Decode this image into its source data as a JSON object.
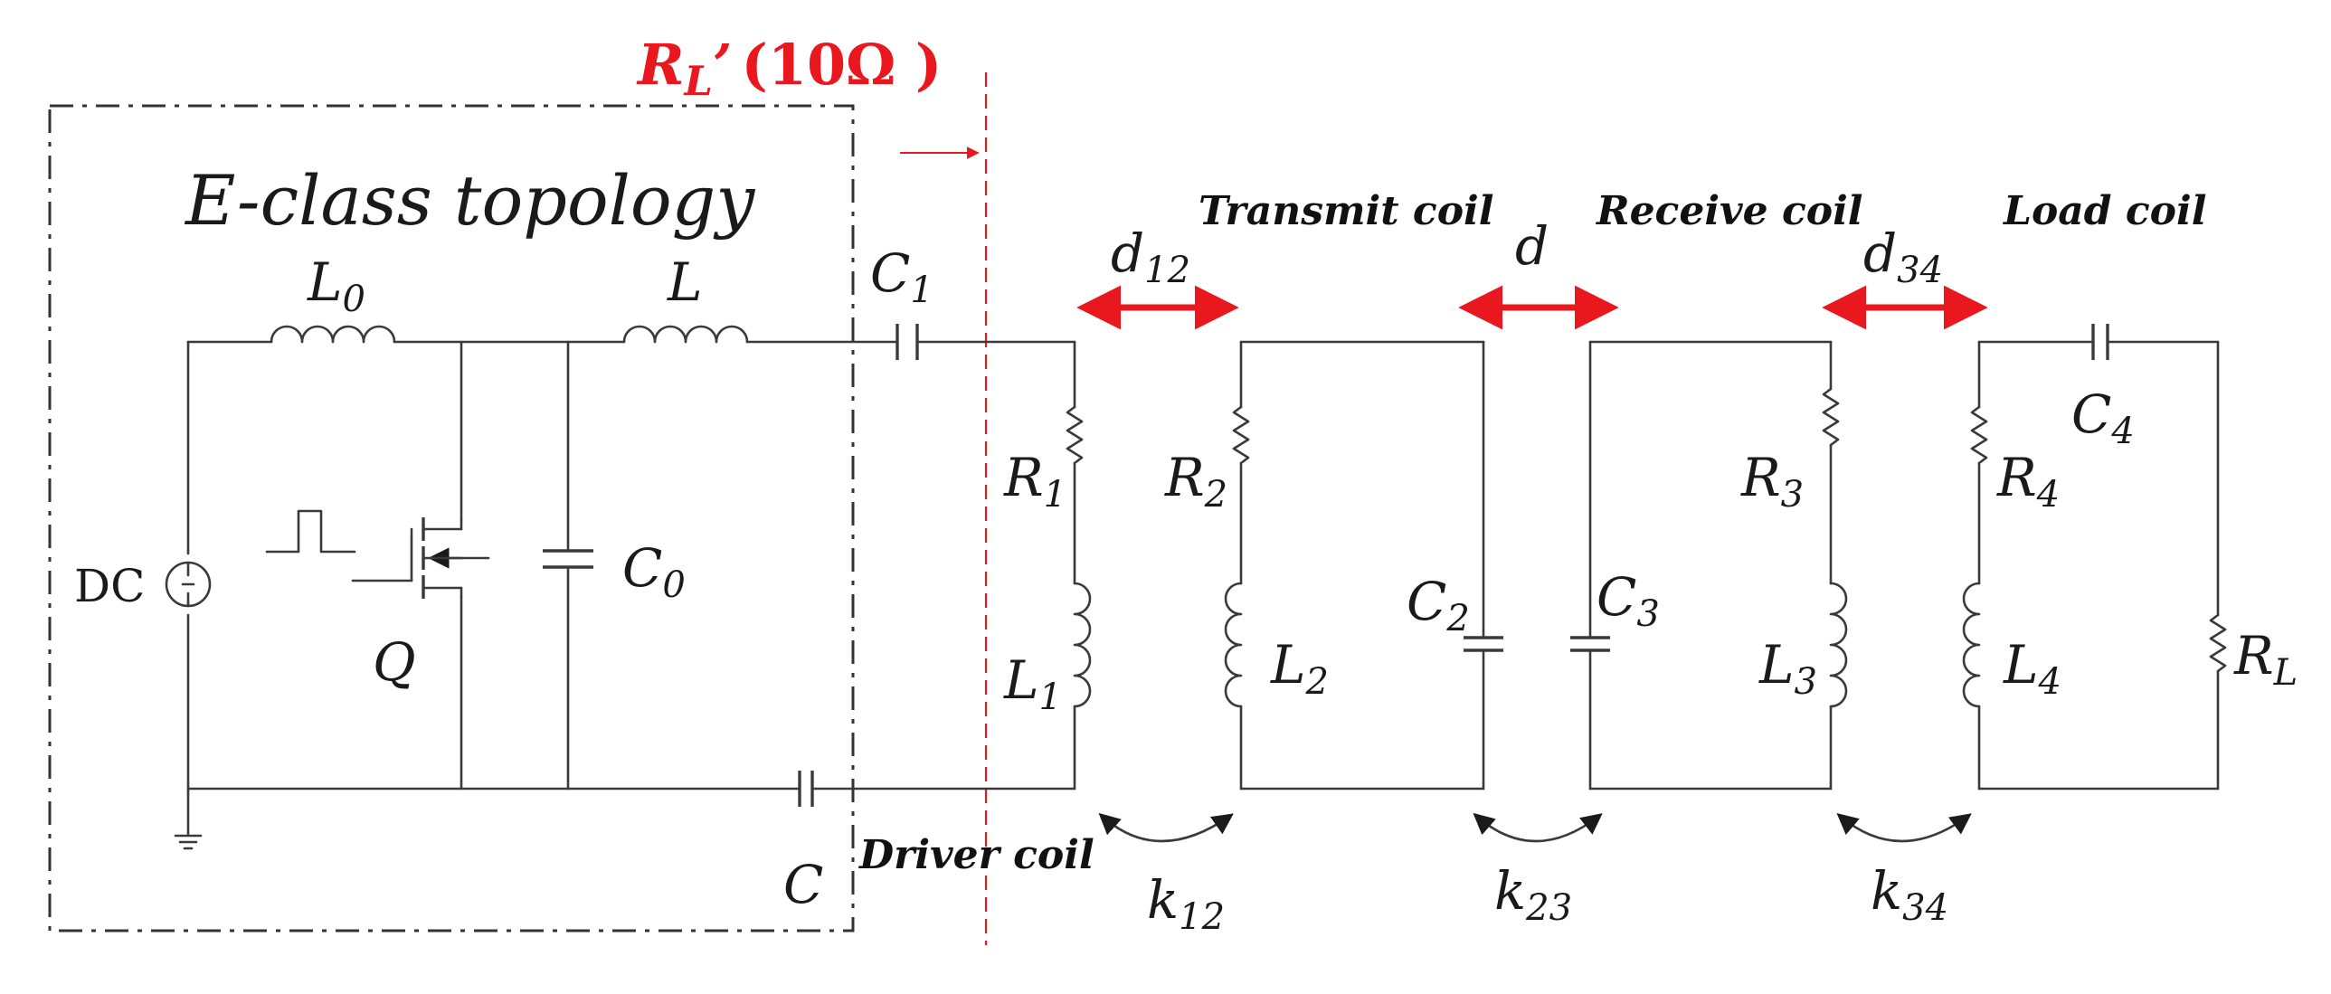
{
  "title_ref": {
    "prefix": "R",
    "sub": "L",
    "prime": "’",
    "value": "(10Ω )"
  },
  "topology_label": "E-class topology",
  "coil_labels": {
    "driver": "Driver coil",
    "transmit": "Transmit coil",
    "receive": "Receive coil",
    "load": "Load coil"
  },
  "distances": {
    "d12": {
      "main": "d",
      "sub": "12"
    },
    "d": {
      "main": "d"
    },
    "d34": {
      "main": "d",
      "sub": "34"
    }
  },
  "couplings": {
    "k12": {
      "main": "k",
      "sub": "12"
    },
    "k23": {
      "main": "k",
      "sub": "23"
    },
    "k34": {
      "main": "k",
      "sub": "34"
    }
  },
  "components": {
    "L0": {
      "main": "L",
      "sub": "0"
    },
    "L": {
      "main": "L"
    },
    "C1": {
      "main": "C",
      "sub": "1"
    },
    "C0": {
      "main": "C",
      "sub": "0"
    },
    "C": {
      "main": "C"
    },
    "Q": {
      "main": "Q"
    },
    "DC": "DC",
    "R1": {
      "main": "R",
      "sub": "1"
    },
    "L1": {
      "main": "L",
      "sub": "1"
    },
    "R2": {
      "main": "R",
      "sub": "2"
    },
    "L2": {
      "main": "L",
      "sub": "2"
    },
    "C2": {
      "main": "C",
      "sub": "2"
    },
    "C3": {
      "main": "C",
      "sub": "3"
    },
    "R3": {
      "main": "R",
      "sub": "3"
    },
    "L3": {
      "main": "L",
      "sub": "3"
    },
    "R4": {
      "main": "R",
      "sub": "4"
    },
    "L4": {
      "main": "L",
      "sub": "4"
    },
    "C4": {
      "main": "C",
      "sub": "4"
    },
    "RL": {
      "main": "R",
      "sub": "L"
    }
  },
  "colors": {
    "accent_red": "#e8181e",
    "wire": "#3a3a3a"
  }
}
